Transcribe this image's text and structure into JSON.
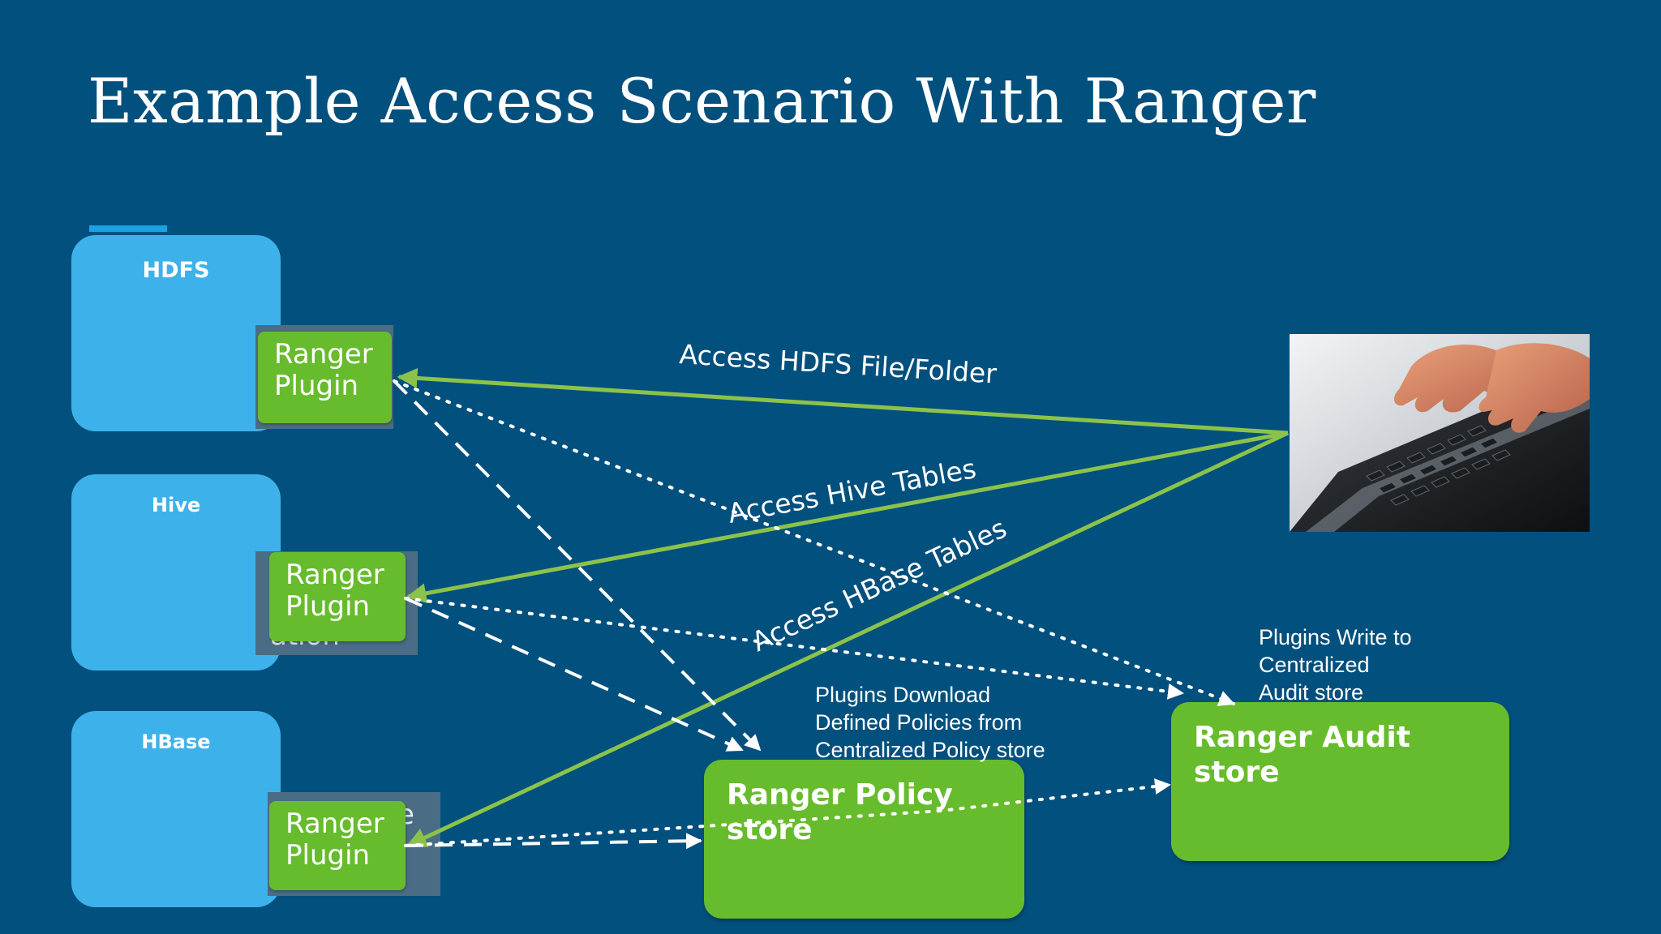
{
  "title": "Example Access Scenario With Ranger",
  "services": [
    {
      "name": "HDFS",
      "plugin_line1": "Ranger",
      "plugin_line2": "Plugin"
    },
    {
      "name": "Hive",
      "plugin_line1": "Ranger",
      "plugin_line2": "Plugin",
      "ghost_text": "ation"
    },
    {
      "name": "HBase",
      "plugin_line1": "Ranger",
      "plugin_line2": "Plugin",
      "ghost_text": "e"
    }
  ],
  "access_labels": [
    "Access HDFS File/Folder",
    "Access Hive Tables",
    "Access HBase Tables"
  ],
  "policy_store": {
    "line1": "Ranger Policy",
    "line2": "store"
  },
  "audit_store": {
    "line1": "Ranger Audit",
    "line2": "store"
  },
  "download_note": [
    "Plugins Download",
    "Defined Policies from",
    "Centralized Policy store"
  ],
  "write_note": [
    "Plugins Write to",
    "Centralized",
    "Audit store"
  ],
  "colors": {
    "background": "#02507e",
    "service_box": "#3db2ea",
    "plugin_green": "#67bc2d",
    "access_line": "#8bc34a",
    "dashed_line": "#ffffff"
  },
  "user_image": "user-typing-on-laptop-photo"
}
